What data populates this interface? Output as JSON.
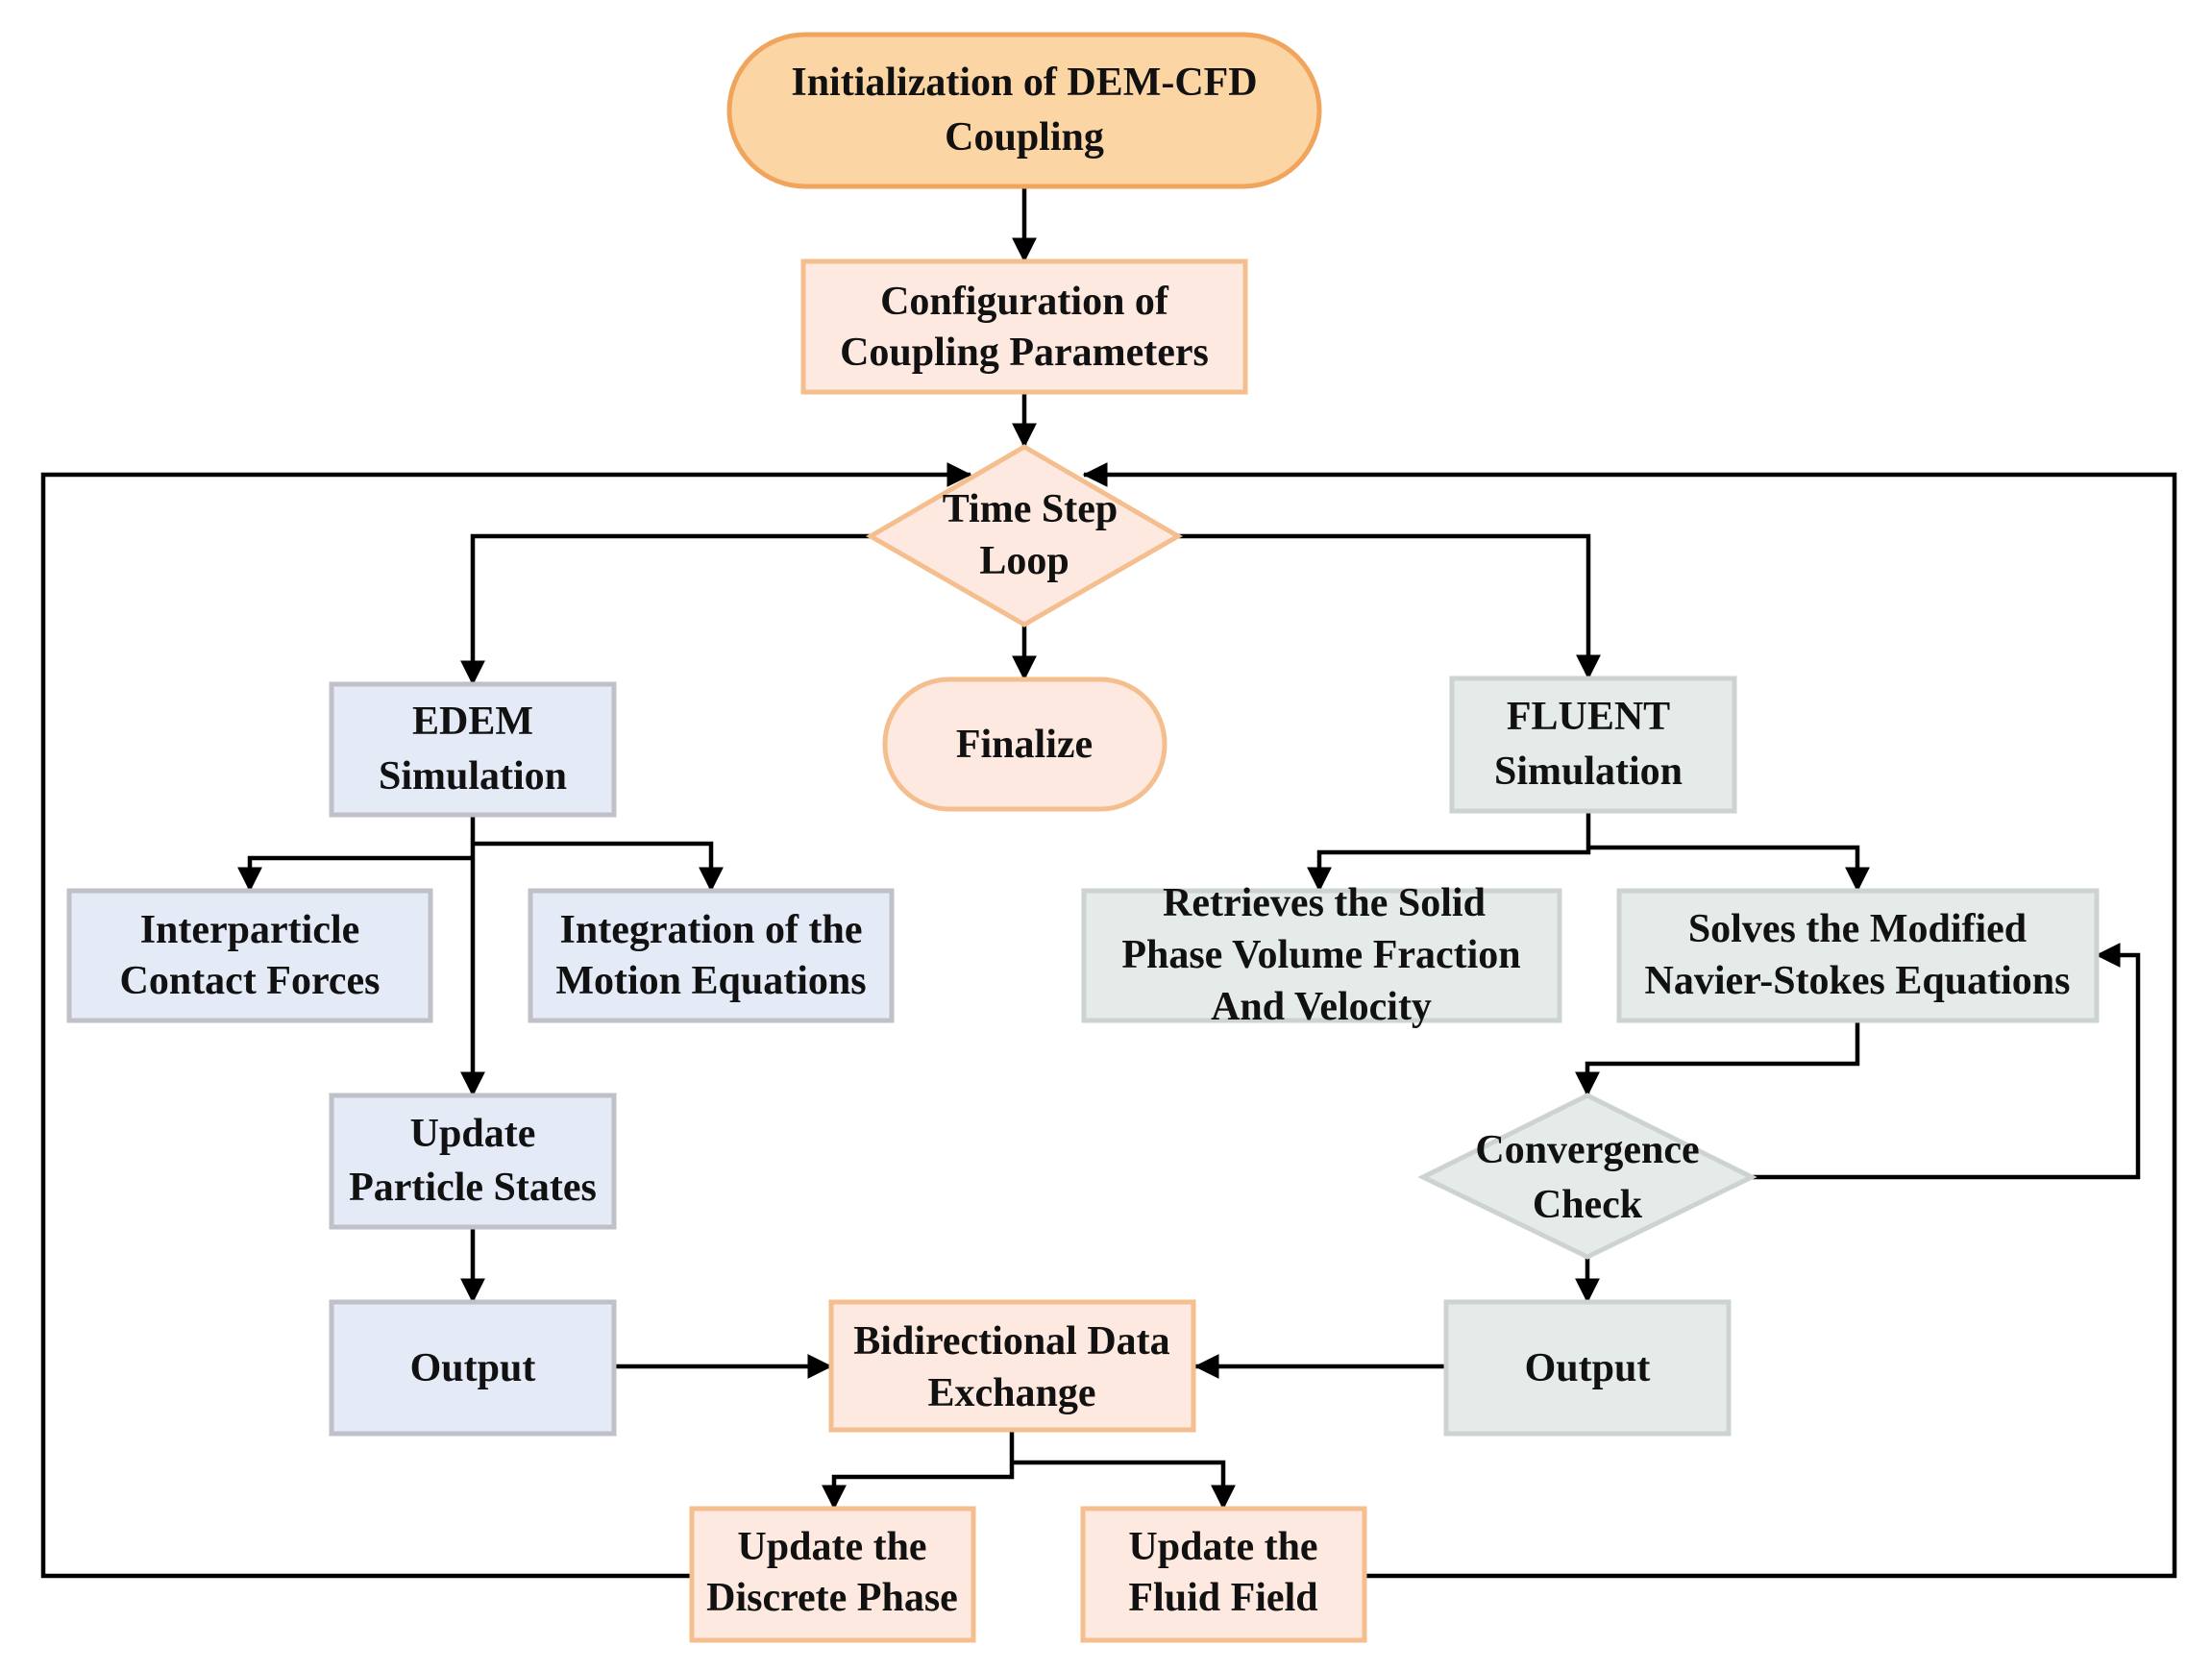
{
  "colors": {
    "start_fill": "#fcd5a4",
    "start_stroke": "#f1a45c",
    "peach_fill": "#fde9df",
    "peach_stroke": "#f5be8e",
    "edem_fill": "#e4eaf6",
    "edem_stroke": "#c0c0c8",
    "fluent_fill": "#e4ebe9",
    "fluent_stroke": "#cdd3d2",
    "arrow": "#000000"
  },
  "nodes": {
    "init": {
      "line1": "Initialization of DEM-CFD",
      "line2": "Coupling"
    },
    "config": {
      "line1": "Configuration of",
      "line2": "Coupling Parameters"
    },
    "time_step": {
      "line1": "Time Step",
      "line2": "Loop"
    },
    "finalize": {
      "line1": "Finalize"
    },
    "edem": {
      "line1": "EDEM",
      "line2": "Simulation"
    },
    "fluent": {
      "line1": "FLUENT",
      "line2": "Simulation"
    },
    "interparticle": {
      "line1": "Interparticle",
      "line2": "Contact Forces"
    },
    "integration": {
      "line1": "Integration of the",
      "line2": "Motion Equations"
    },
    "retrieves": {
      "line1": "Retrieves the Solid",
      "line2": "Phase Volume Fraction",
      "line3": "And Velocity"
    },
    "solves": {
      "line1": "Solves the Modified",
      "line2": "Navier-Stokes Equations"
    },
    "update_particle": {
      "line1": "Update",
      "line2": "Particle States"
    },
    "convergence": {
      "line1": "Convergence",
      "line2": "Check"
    },
    "output_edem": {
      "line1": "Output"
    },
    "output_fluent": {
      "line1": "Output"
    },
    "exchange": {
      "line1": "Bidirectional Data",
      "line2": "Exchange"
    },
    "update_discrete": {
      "line1": "Update the",
      "line2": "Discrete Phase"
    },
    "update_fluid": {
      "line1": "Update the",
      "line2": "Fluid Field"
    }
  }
}
